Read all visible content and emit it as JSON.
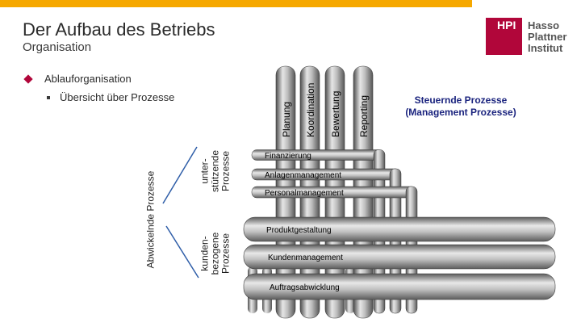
{
  "slide": {
    "title": "Der Aufbau des Betriebs",
    "subtitle": "Organisation"
  },
  "logo": {
    "abbr": "HPI",
    "line1": "Hasso",
    "line2": "Plattner",
    "line3": "Institut"
  },
  "bullets": {
    "level1": "Ablauforganisation",
    "level2": "Übersicht über Prozesse"
  },
  "labels": {
    "abwickelnde": "Abwickelnde Prozesse",
    "unterstuetzende_line1": "unter-",
    "unterstuetzende_line2": "stützende",
    "unterstuetzende_line3": "Prozesse",
    "kunden_line1": "kunden-",
    "kunden_line2": "bezogene",
    "kunden_line3": "Prozesse",
    "steuernde_line1": "Steuernde Prozesse",
    "steuernde_line2": "(Management Prozesse)"
  },
  "management_processes": [
    "Planung",
    "Koordination",
    "Bewertung",
    "Reporting"
  ],
  "support_processes": [
    "Finanzierung",
    "Anlagenmanagement",
    "Personalmanagement"
  ],
  "customer_processes": [
    "Produktgestaltung",
    "Kundenmanagement",
    "Auftragsabwicklung"
  ],
  "colors": {
    "accent_bar": "#f6a800",
    "brand": "#b1063a",
    "steuernde_text": "#1a237e",
    "connector": "#2f5ea8"
  }
}
